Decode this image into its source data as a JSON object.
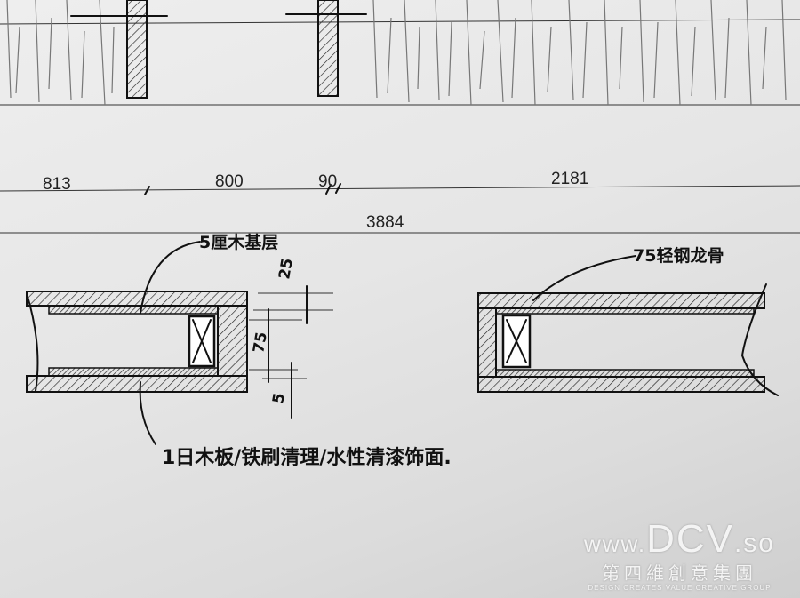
{
  "dimensions": {
    "top_row": [
      "813",
      "800",
      "90",
      "2181"
    ],
    "total": "3884",
    "detail_left": [
      "25",
      "75",
      "5"
    ]
  },
  "annotations": {
    "left_top": "5厘木基层",
    "right_top": "75轻钢龙骨",
    "bottom": "1日木板/铁刷清理/水性清漆饰面."
  },
  "watermark": {
    "prefix": "www.",
    "brand": "DCV",
    "suffix": ".so",
    "chinese": "第四維創意集團",
    "tagline": "DESIGN CREATES VALUE CREATIVE GROUP"
  }
}
